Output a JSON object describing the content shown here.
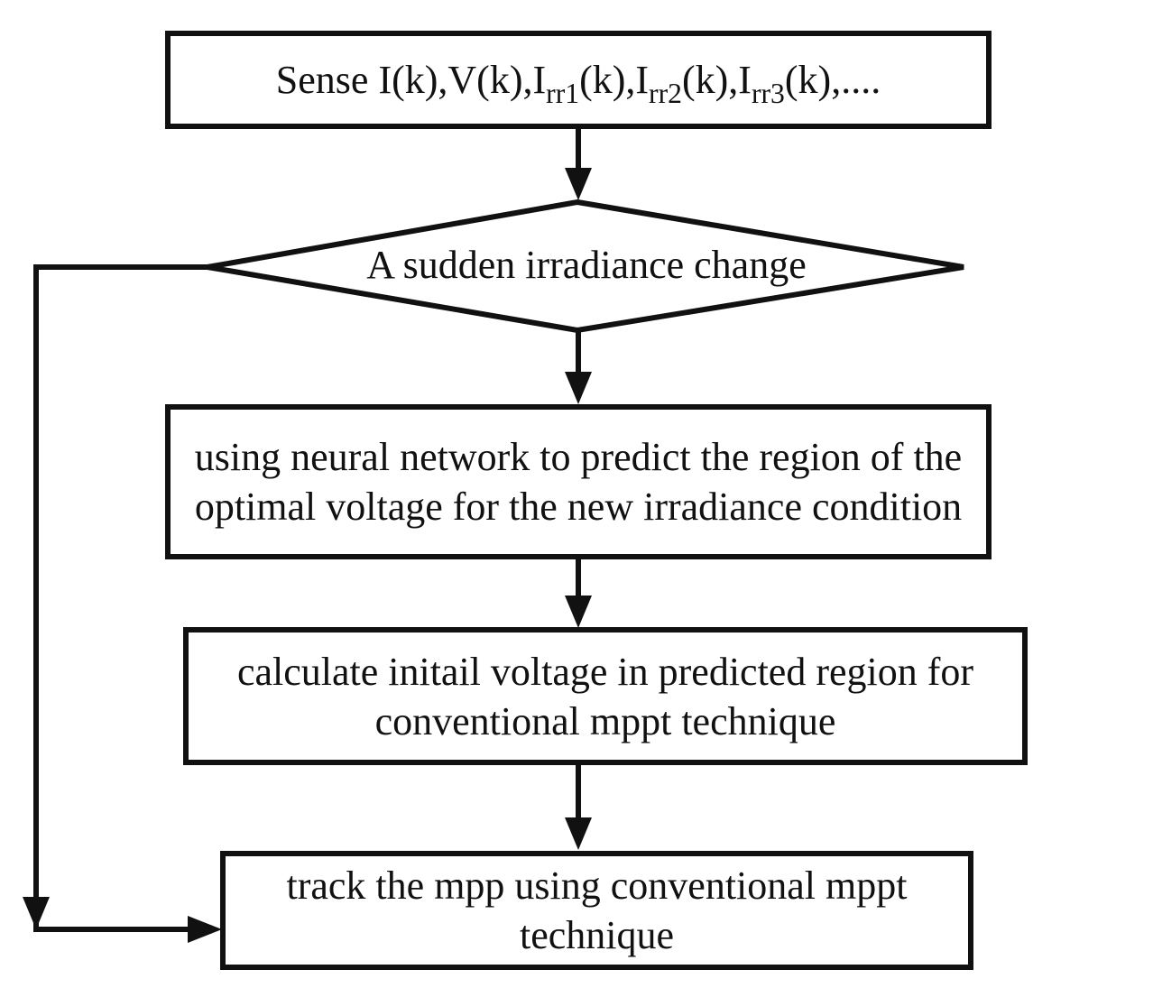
{
  "nodes": {
    "sense": {
      "prefix": "Sense I(k),V(k),I",
      "sub1": "rr1",
      "mid1": "(k),I",
      "sub2": "rr2",
      "mid2": "(k),I",
      "sub3": "rr3",
      "suffix": "(k),...."
    },
    "decision": "A sudden irradiance change",
    "predict": "using neural network to predict the region of the optimal voltage for the new irradiance condition",
    "calculate": "calculate initail voltage in predicted region for conventional mppt technique",
    "track": "track the mpp using conventional mppt technique"
  },
  "colors": {
    "stroke": "#111111",
    "background": "#ffffff"
  }
}
